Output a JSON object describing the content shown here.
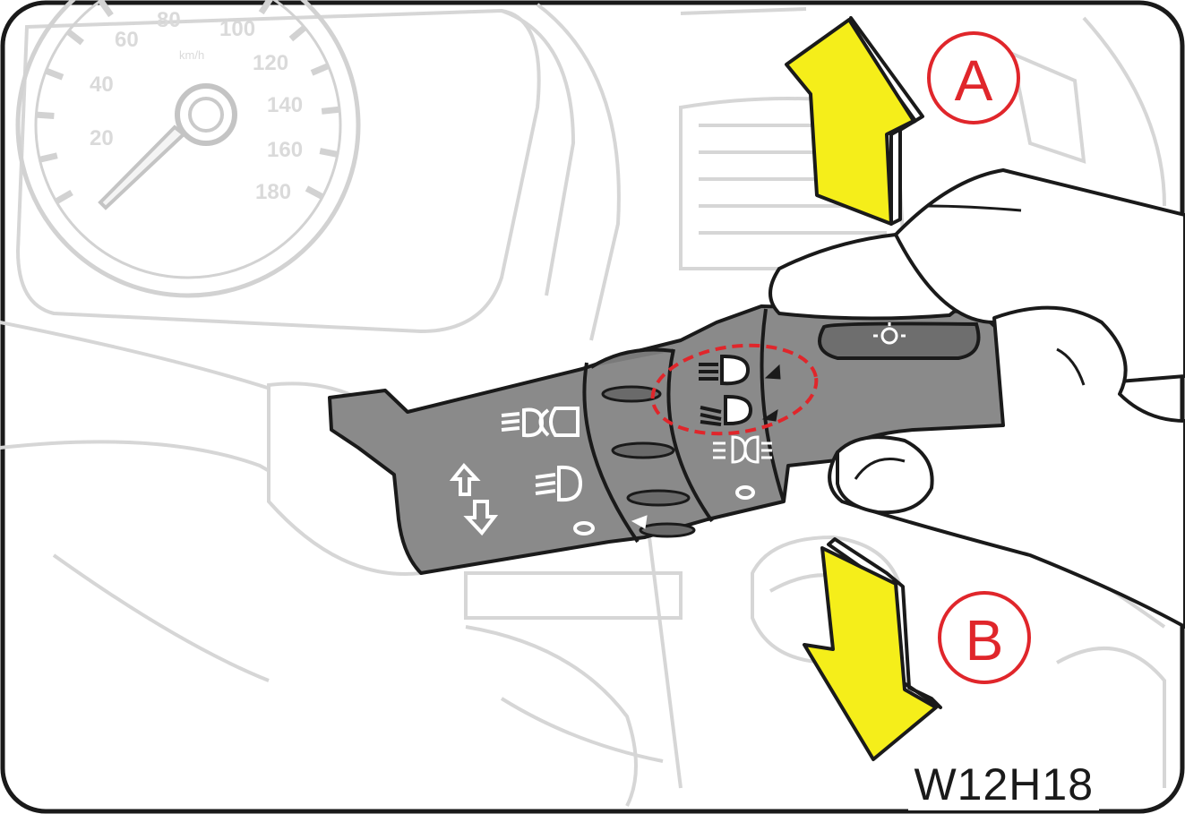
{
  "speedometer": {
    "unit": "km/h",
    "ticks": [
      "20",
      "40",
      "60",
      "80",
      "100",
      "120",
      "140",
      "160",
      "180"
    ]
  },
  "labels": {
    "a": "A",
    "b": "B"
  },
  "figure_code": "W12H18",
  "colors": {
    "arrow_yellow": "#f5ee1a",
    "callout_red": "#e0262b",
    "stalk_gray": "#8a8a8a",
    "line_gray": "#cfcfcf"
  },
  "icons": [
    "fog-light-icon",
    "rear-fog-icon",
    "turn-signal-icon",
    "high-beam-icon",
    "low-beam-icon",
    "parking-light-icon",
    "light-switch-icon"
  ]
}
